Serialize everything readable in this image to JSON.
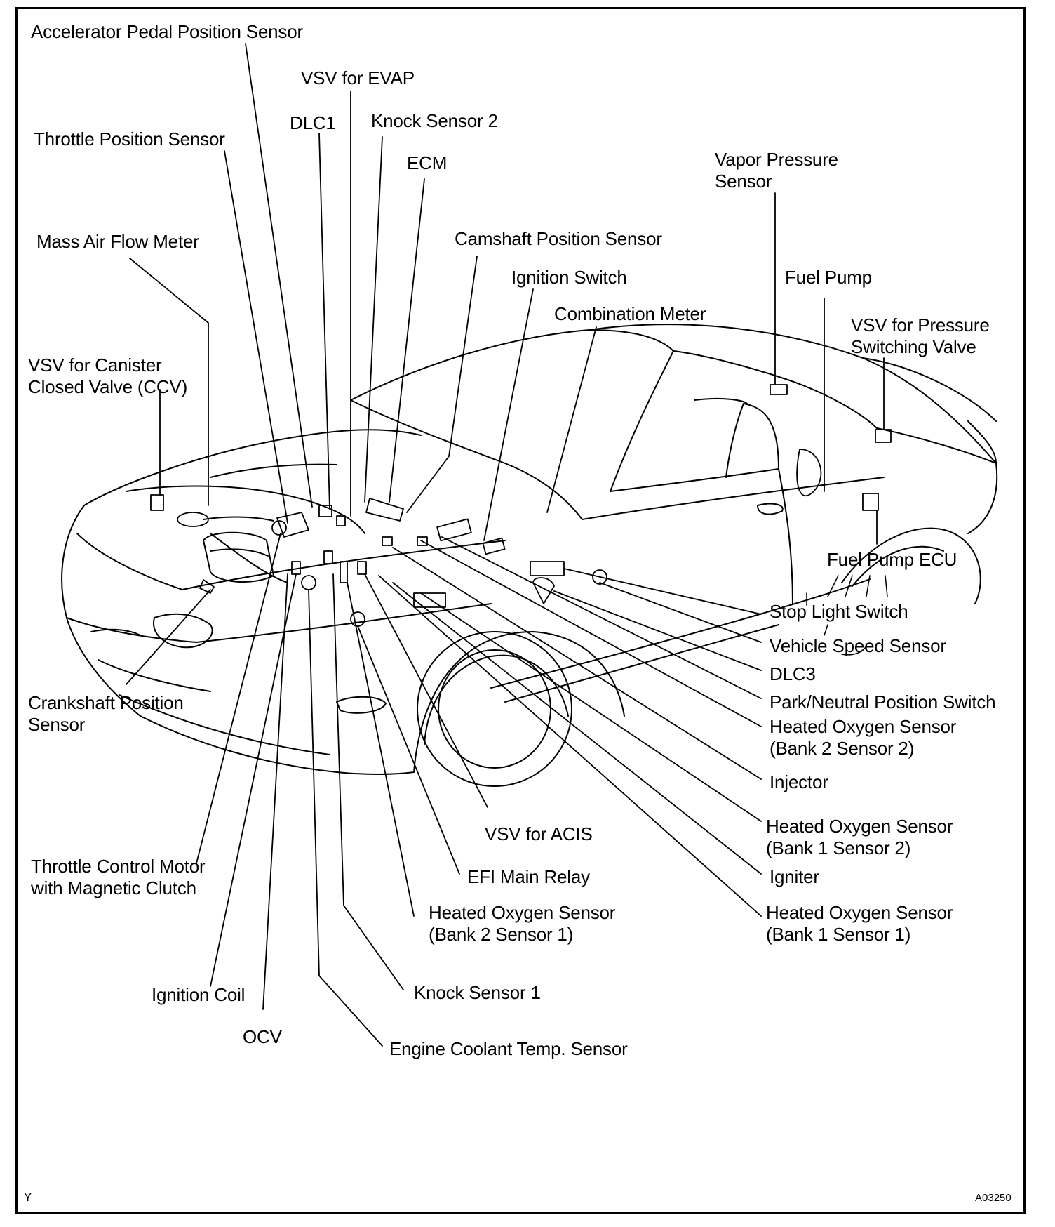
{
  "labels": {
    "accelerator_pedal_position_sensor": "Accelerator Pedal Position Sensor",
    "vsv_for_evap": "VSV for EVAP",
    "dlc1": "DLC1",
    "knock_sensor_2": "Knock Sensor 2",
    "throttle_position_sensor": "Throttle Position Sensor",
    "ecm": "ECM",
    "vapor_pressure_sensor_1": "Vapor Pressure",
    "vapor_pressure_sensor_2": "Sensor",
    "mass_air_flow_meter": "Mass Air Flow Meter",
    "camshaft_position_sensor": "Camshaft Position Sensor",
    "ignition_switch": "Ignition Switch",
    "fuel_pump": "Fuel Pump",
    "combination_meter": "Combination Meter",
    "vsv_pressure_switching_1": "VSV for Pressure",
    "vsv_pressure_switching_2": "Switching Valve",
    "vsv_canister_1": "VSV for Canister",
    "vsv_canister_2": "Closed Valve (CCV)",
    "fuel_pump_ecu": "Fuel Pump ECU",
    "stop_light_switch": "Stop Light Switch",
    "vehicle_speed_sensor": "Vehicle Speed Sensor",
    "dlc3": "DLC3",
    "park_neutral_switch": "Park/Neutral Position Switch",
    "ho2_b2s2_1": "Heated Oxygen Sensor",
    "ho2_b2s2_2": "(Bank 2 Sensor 2)",
    "injector": "Injector",
    "crankshaft_1": "Crankshaft Position",
    "crankshaft_2": "Sensor",
    "ho2_b1s2_1": "Heated Oxygen Sensor",
    "ho2_b1s2_2": "(Bank 1 Sensor 2)",
    "vsv_for_acis": "VSV for ACIS",
    "throttle_motor_1": "Throttle Control Motor",
    "throttle_motor_2": "with Magnetic Clutch",
    "efi_main_relay": "EFI Main Relay",
    "igniter": "Igniter",
    "ho2_b2s1_1": "Heated Oxygen Sensor",
    "ho2_b2s1_2": "(Bank 2 Sensor 1)",
    "ho2_b1s1_1": "Heated Oxygen Sensor",
    "ho2_b1s1_2": "(Bank 1 Sensor 1)",
    "knock_sensor_1": "Knock Sensor 1",
    "ignition_coil": "Ignition Coil",
    "ocv": "OCV",
    "engine_coolant_temp_sensor": "Engine Coolant Temp. Sensor"
  },
  "corner_left": "Y",
  "corner_right": "A03250"
}
